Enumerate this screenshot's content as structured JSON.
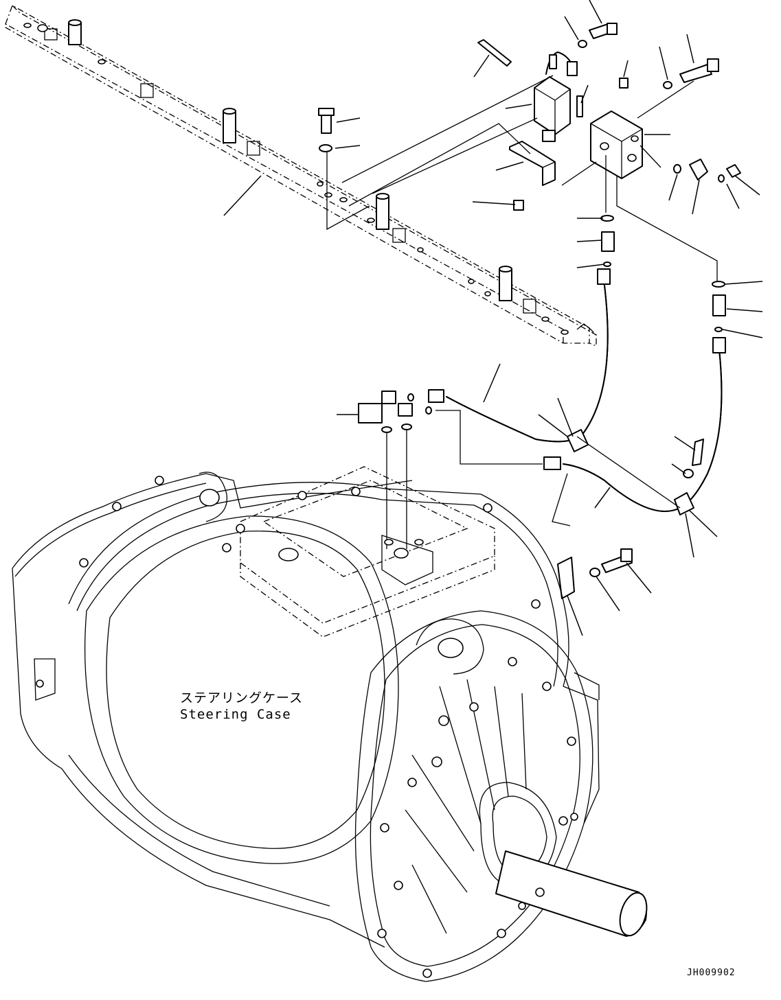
{
  "diagram": {
    "label_jp": "ステアリングケース",
    "label_en": "Steering Case",
    "drawing_code": "JH009902"
  }
}
